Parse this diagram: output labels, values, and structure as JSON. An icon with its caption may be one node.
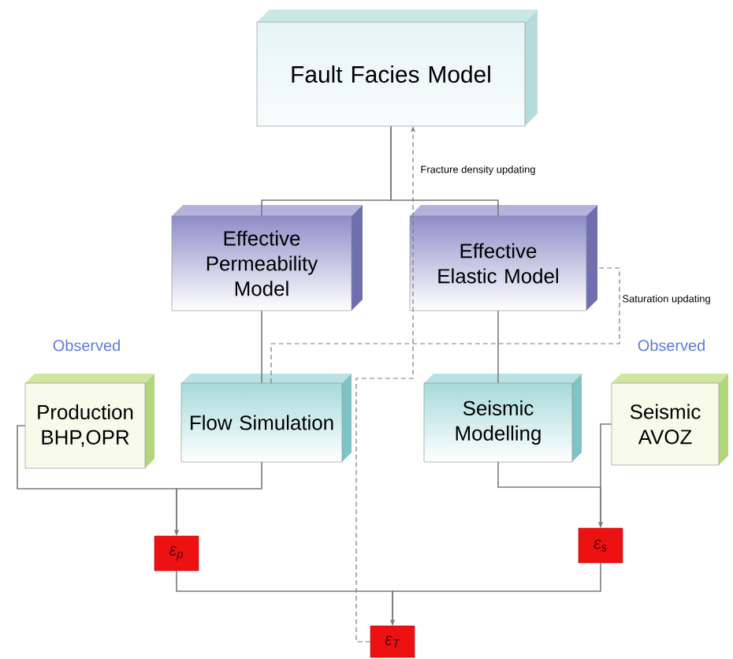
{
  "diagram": {
    "nodes": [
      {
        "text": [
          "Fault Facies Model"
        ]
      },
      {
        "text": [
          "Effective Permeability Model"
        ]
      },
      {
        "text": [
          "Effective Elastic Model"
        ]
      },
      {
        "text": [
          "Production BHP,OPR"
        ]
      },
      {
        "text": [
          "Flow Simulation"
        ]
      },
      {
        "text": [
          "Seismic Modelling"
        ]
      },
      {
        "text": [
          "Seismic AVOZ"
        ]
      },
      {
        "text": [
          "ε$_{p}$"
        ]
      },
      {
        "text": [
          "ε$_{s}$"
        ]
      },
      {
        "text": [
          "ε$_{T}$"
        ]
      }
    ],
    "edges": [
      {
        "from": 0,
        "to": 1,
        "arrow": "none"
      },
      {
        "from": 0,
        "to": 2,
        "arrow": "none"
      },
      {
        "from": 1,
        "to": 4,
        "arrow": "none"
      },
      {
        "from": 2,
        "to": 5,
        "arrow": "none"
      },
      {
        "from": 3,
        "to": 7,
        "arrow": "to"
      },
      {
        "from": 4,
        "to": 7,
        "arrow": "to"
      },
      {
        "from": 5,
        "to": 8,
        "arrow": "to"
      },
      {
        "from": 6,
        "to": 8,
        "arrow": "to"
      },
      {
        "from": 7,
        "to": 9,
        "arrow": "to"
      },
      {
        "from": 8,
        "to": 9,
        "arrow": "to"
      },
      {
        "from": 9,
        "to": 0,
        "arrow": "to",
        "style": "dashed",
        "label": "Fracture density updating"
      },
      {
        "from": 4,
        "to": 2,
        "arrow": "to",
        "style": "dashed",
        "label": "Saturation updating"
      }
    ],
    "labels": [
      "Observed",
      "Observed"
    ]
  }
}
